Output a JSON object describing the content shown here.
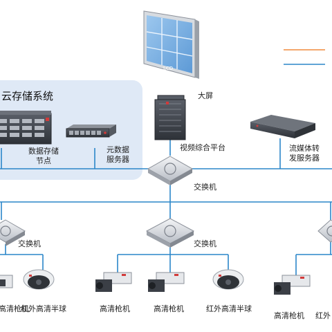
{
  "colors": {
    "line": "#2a86c9",
    "legend_orange": "#f08a3c",
    "legend_blue": "#2a86c9",
    "cloud_bg": "#dfe9f6",
    "device_dark": "#3b3f46",
    "camera_red": "#d23a3a"
  },
  "cloud": {
    "title": "云存储系统"
  },
  "labels": {
    "big_screen": "大屏",
    "data_node_line1": "数据存储",
    "data_node_line2": "节点",
    "meta_server_line1": "元数据",
    "meta_server_line2": "服务器",
    "video_platform": "视频综合平台",
    "stream_server_line1": "流媒体转",
    "stream_server_line2": "发服务器",
    "switch_top": "交换机",
    "switch_left": "交换机",
    "switch_mid": "交换机"
  },
  "lcd_text": "LCD",
  "cameras": [
    {
      "label": "高清枪机",
      "type": "bullet-camera"
    },
    {
      "label": "红外高清半球",
      "type": "dome-camera"
    },
    {
      "label": "高清枪机",
      "type": "bullet-camera"
    },
    {
      "label": "高清枪机",
      "type": "bullet-camera"
    },
    {
      "label": "红外高清半球",
      "type": "dome-camera"
    },
    {
      "label": "高清枪机",
      "type": "bullet-camera"
    },
    {
      "label": "红外",
      "type": "bullet-camera"
    }
  ]
}
